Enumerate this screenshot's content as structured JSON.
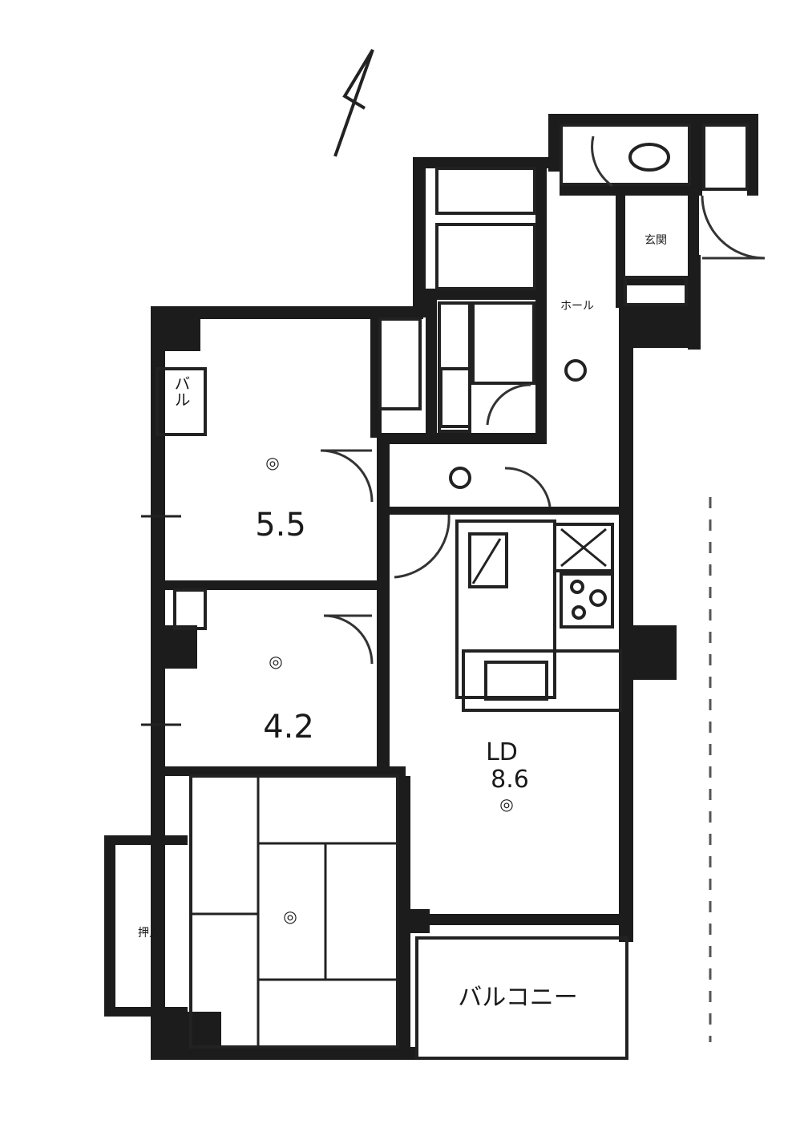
{
  "plan": {
    "north_arrow": "north-arrow",
    "rooms": {
      "western_a": {
        "size": "5.5"
      },
      "western_b": {
        "size": "4.2"
      },
      "ldk": {
        "code": "LD",
        "size": "8.6"
      },
      "balcony": {
        "label": "バルコニー"
      },
      "balcony_small": {
        "label": "バル"
      },
      "hall": {
        "label": "ホール"
      },
      "entrance": {
        "label": "玄関"
      },
      "closet_storage": {
        "label": "押入"
      }
    }
  }
}
